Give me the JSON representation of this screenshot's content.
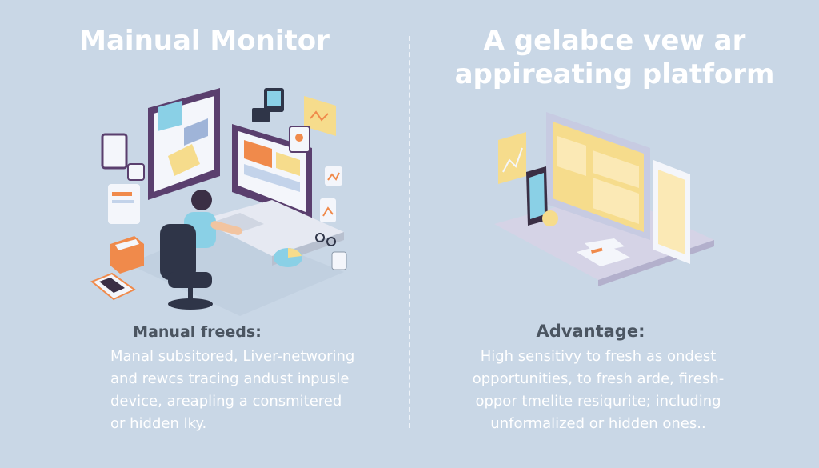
{
  "left": {
    "title_lines": [
      "Mainual Monitor"
    ],
    "subheading": "Manual freeds:",
    "body_lines": [
      "Manal subsitored, Liver-networing",
      "and rewcs tracing andust inpusle",
      "device, areapling a consmitered",
      "or hidden lky."
    ]
  },
  "right": {
    "title_lines": [
      "A gelabce vew ar",
      "appireating platform"
    ],
    "subheading": "Advantage:",
    "body_lines": [
      "High sensitivy to fresh as ondest",
      "opportunities, to fresh arde, firesh-",
      "oppor tmelite resiqurite; including",
      "unformalized or hidden ones.."
    ]
  },
  "colors": {
    "background": "#c9d7e6",
    "accent_purple": "#5a3f6e",
    "accent_orange": "#f08a4b",
    "accent_yellow": "#f6dc8c",
    "screen_blue": "#8ad0e6"
  },
  "icons": [
    "person-at-desk-illustration",
    "platform-dashboard-illustration"
  ]
}
